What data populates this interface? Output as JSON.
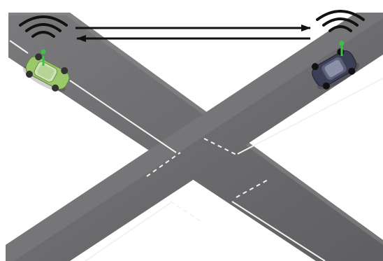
{
  "scene": {
    "background": "#ffffff",
    "road_color": "#6e6e70",
    "road_edge_color": "#8a8a8c",
    "lane_marking_color": "#f2f2f2",
    "arrow_color": "#111111",
    "wave_color": "#111111"
  },
  "vehicles": [
    {
      "name": "left-car",
      "body_color": "#9bc86a",
      "antenna_color": "#3cc24a",
      "heading": "down-right"
    },
    {
      "name": "right-car",
      "body_color": "#3a3f55",
      "antenna_color": "#3cc24a",
      "heading": "down-left"
    }
  ],
  "signals": [
    {
      "name": "left-wireless-signal",
      "icon": "wifi-waves-icon"
    },
    {
      "name": "right-wireless-signal",
      "icon": "wifi-waves-icon"
    }
  ],
  "communication": {
    "arrows": [
      {
        "direction": "left-to-right"
      },
      {
        "direction": "right-to-left"
      }
    ]
  }
}
